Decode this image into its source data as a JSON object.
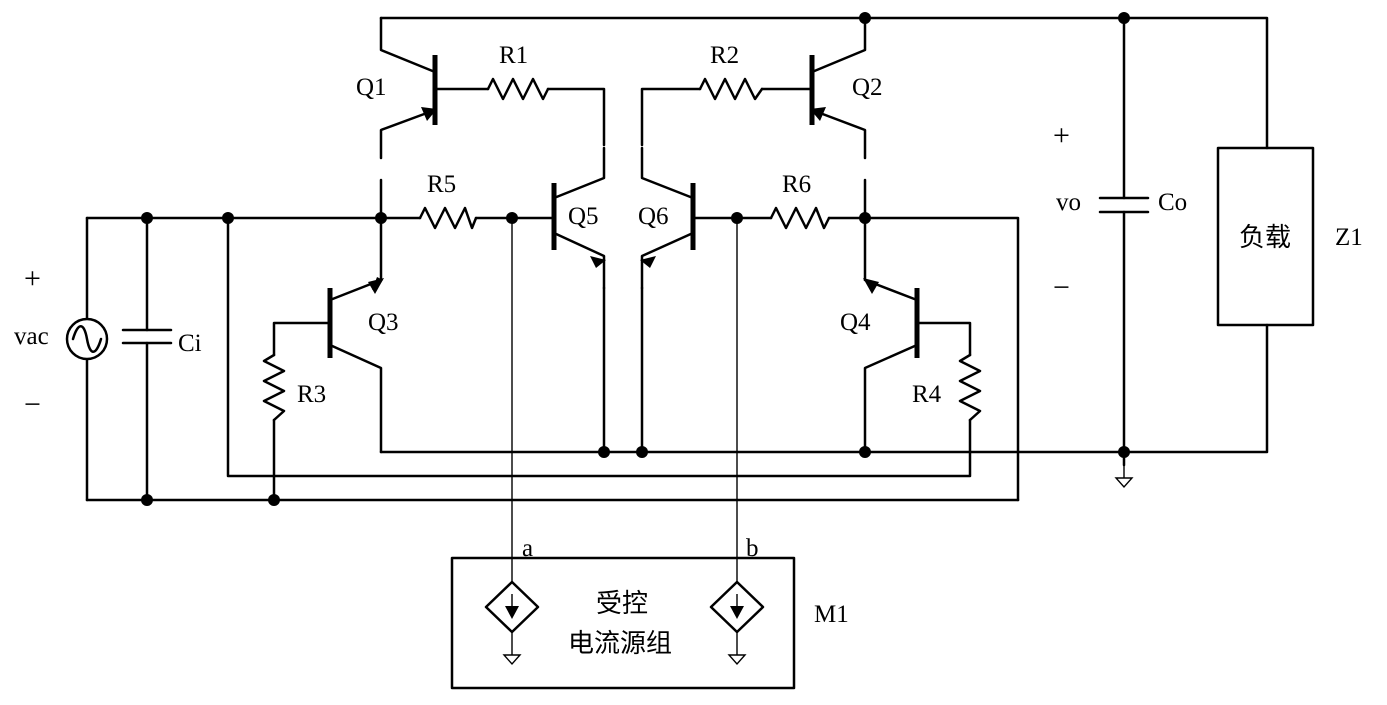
{
  "components": {
    "q1": "Q1",
    "q2": "Q2",
    "q3": "Q3",
    "q4": "Q4",
    "q5": "Q5",
    "q6": "Q6",
    "r1": "R1",
    "r2": "R2",
    "r3": "R3",
    "r4": "R4",
    "r5": "R5",
    "r6": "R6",
    "ci": "Ci",
    "co": "Co",
    "z1": "Z1",
    "m1": "M1"
  },
  "source": {
    "label": "vac",
    "plus": "+",
    "minus": "−"
  },
  "output": {
    "label": "vo",
    "plus": "+",
    "minus": "−"
  },
  "load": {
    "text": "负载"
  },
  "current_source_group": {
    "line1": "受控",
    "line2": "电流源组"
  },
  "nodes": {
    "a": "a",
    "b": "b"
  }
}
